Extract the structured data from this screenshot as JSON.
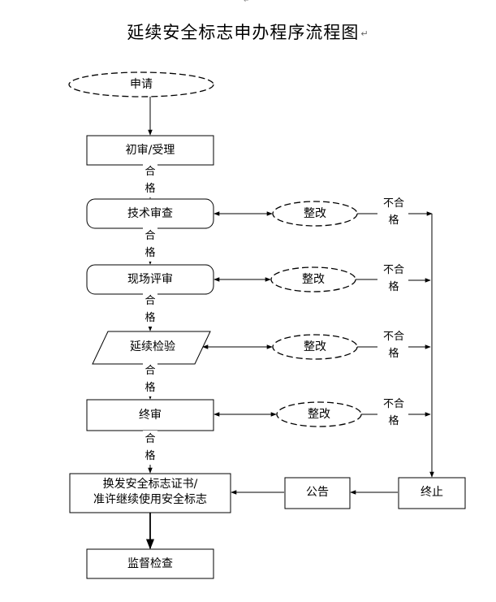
{
  "title": "延续安全标志申办程序流程图",
  "title_mark": "↵",
  "top_mark": "↵",
  "nodes": {
    "apply": "申请",
    "initial_review": "初审/受理",
    "tech_review": "技术审查",
    "site_review": "现场评审",
    "renewal_inspection": "延续检验",
    "final_review": "终审",
    "issue_line1": "换发安全标志证书/",
    "issue_line2": "准许继续使用安全标志",
    "supervision": "监督检查",
    "announcement": "公告",
    "termination": "终止"
  },
  "rectify": [
    "整改",
    "整改",
    "整改",
    "整改"
  ],
  "pass": [
    "合",
    "格"
  ],
  "fail": [
    "不合",
    "格"
  ]
}
